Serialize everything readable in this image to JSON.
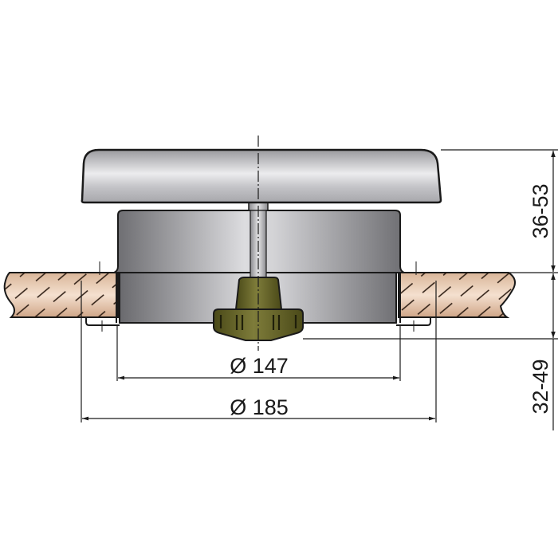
{
  "diagram": {
    "subject": "deck ventilator cross-section",
    "dimensions": {
      "inner_diameter": {
        "label": "Ø 147"
      },
      "outer_diameter": {
        "label": "Ø 185"
      },
      "height_above_deck": {
        "label": "36-53"
      },
      "height_below_deck": {
        "label": "32-49"
      }
    },
    "colors": {
      "line": "#1a1a1a",
      "wood_light": "#f1d9c6",
      "wood_dark": "#d3ac8f",
      "metal_light": "#e8e8ea",
      "metal_dark": "#6e6e72",
      "knob": "#6b6a2c",
      "knob_dark": "#45441a"
    }
  }
}
